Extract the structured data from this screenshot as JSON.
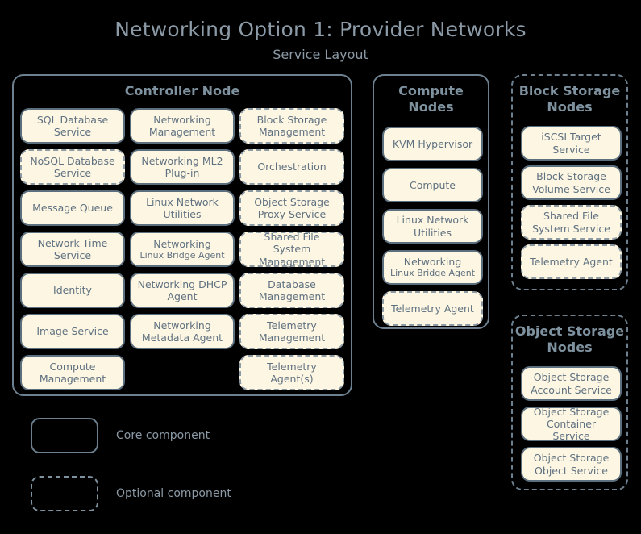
{
  "title": "Networking Option 1: Provider Networks",
  "subtitle": "Service Layout",
  "colors": {
    "background": "#000000",
    "box_fill": "#fdf6e3",
    "box_border_core": "#5c6f7e",
    "box_border_optional": "#8c9aa4",
    "group_border": "#6d808f",
    "title_text": "#8b9aa6",
    "box_text": "#5f7180"
  },
  "groups": {
    "controller": {
      "title": "Controller Node",
      "style": "core",
      "columns": [
        [
          {
            "label": "SQL Database Service",
            "style": "core"
          },
          {
            "label": "NoSQL Database Service",
            "style": "optional"
          },
          {
            "label": "Message Queue",
            "style": "core"
          },
          {
            "label": "Network Time Service",
            "style": "core"
          },
          {
            "label": "Identity",
            "style": "core"
          },
          {
            "label": "Image Service",
            "style": "core"
          },
          {
            "label": "Compute Management",
            "style": "core"
          }
        ],
        [
          {
            "label": "Networking Management",
            "style": "core"
          },
          {
            "label": "Networking ML2 Plug-in",
            "style": "core"
          },
          {
            "label": "Linux Network Utilities",
            "style": "core"
          },
          {
            "label": "Networking",
            "sub": "Linux Bridge Agent",
            "style": "core"
          },
          {
            "label": "Networking DHCP Agent",
            "style": "core"
          },
          {
            "label": "Networking Metadata Agent",
            "style": "core"
          },
          {
            "label": "",
            "style": "spacer"
          }
        ],
        [
          {
            "label": "Block Storage Management",
            "style": "optional"
          },
          {
            "label": "Orchestration",
            "style": "optional"
          },
          {
            "label": "Object Storage Proxy Service",
            "style": "optional"
          },
          {
            "label": "Shared File System Management",
            "style": "optional"
          },
          {
            "label": "Database Management",
            "style": "optional"
          },
          {
            "label": "Telemetry Management",
            "style": "optional"
          },
          {
            "label": "Telemetry Agent(s)",
            "style": "optional"
          }
        ]
      ]
    },
    "compute": {
      "title": "Compute Nodes",
      "style": "core",
      "items": [
        {
          "label": "KVM Hypervisor",
          "style": "core"
        },
        {
          "label": "Compute",
          "style": "core"
        },
        {
          "label": "Linux Network Utilities",
          "style": "core"
        },
        {
          "label": "Networking",
          "sub": "Linux Bridge Agent",
          "style": "core"
        },
        {
          "label": "Telemetry Agent",
          "style": "optional"
        }
      ]
    },
    "block_storage": {
      "title": "Block Storage Nodes",
      "style": "optional",
      "items": [
        {
          "label": "iSCSI Target Service",
          "style": "core"
        },
        {
          "label": "Block Storage Volume Service",
          "style": "core"
        },
        {
          "label": "Shared File System Service",
          "style": "optional"
        },
        {
          "label": "Telemetry Agent",
          "style": "optional"
        }
      ]
    },
    "object_storage": {
      "title": "Object Storage Nodes",
      "style": "optional",
      "items": [
        {
          "label": "Object Storage Account Service",
          "style": "core"
        },
        {
          "label": "Object Storage Container Service",
          "style": "core"
        },
        {
          "label": "Object Storage Object Service",
          "style": "core"
        }
      ]
    }
  },
  "legend": [
    {
      "style": "core",
      "label": "Core component"
    },
    {
      "style": "optional",
      "label": "Optional component"
    }
  ]
}
